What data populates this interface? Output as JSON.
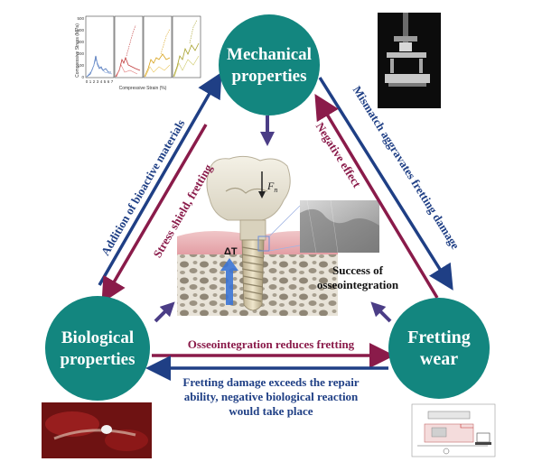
{
  "nodes": {
    "mechanical": {
      "line1": "Mechanical",
      "line2": "properties"
    },
    "biological": {
      "line1": "Biological",
      "line2": "properties"
    },
    "fretting": {
      "line1": "Fretting",
      "line2": "wear"
    }
  },
  "labels": {
    "addition_bioactive": "Addition of bioactive materials",
    "stress_shield": "Stress shield, fretting",
    "mismatch": "Mismatch aggravates fretting damage",
    "negative_effect": "Negative effect",
    "osseo_reduces": "Osseointegration reduces fretting",
    "fretting_exceeds_1": "Fretting damage exceeds the repair",
    "fretting_exceeds_2": "ability, negative biological reaction",
    "fretting_exceeds_3": "would take place",
    "success_1": "Success of",
    "success_2": "osseointegration",
    "force": "F",
    "force_sub": "n",
    "delta_t": "ΔT"
  },
  "mini_chart": {
    "ylabel": "Compressive Stress (MPa)",
    "xlabel": "Compressive Strain (%)",
    "y_ticks": [
      "500",
      "400",
      "300",
      "200",
      "100",
      "0"
    ],
    "x_ticks": [
      "0",
      "1",
      "2",
      "3",
      "4",
      "5",
      "6",
      "7"
    ]
  },
  "colors": {
    "teal": "#13867f",
    "navy": "#1f3f85",
    "maroon": "#8a1b4a",
    "purple_arrow": "#4b3d86"
  }
}
